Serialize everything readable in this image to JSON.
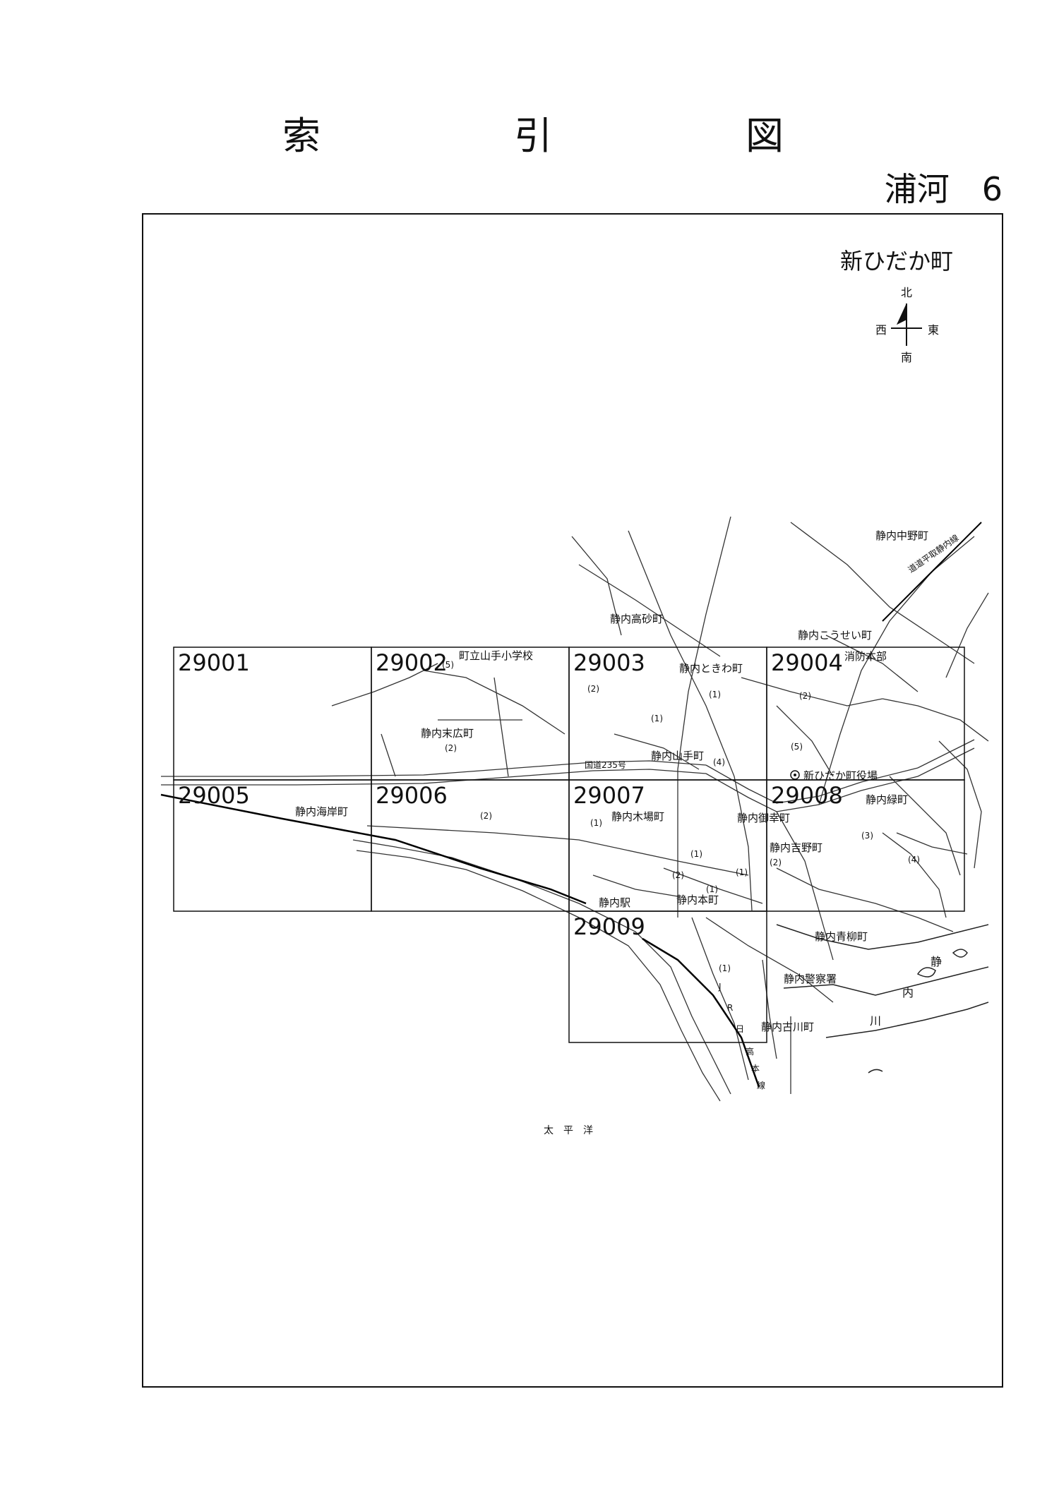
{
  "header": {
    "title": "索　引　図",
    "area_label": "浦河　6"
  },
  "map": {
    "town_name": "新ひだか町",
    "compass": {
      "north": "北",
      "south": "南",
      "east": "東",
      "west": "西"
    },
    "sheets": [
      "29001",
      "29002",
      "29003",
      "29004",
      "29005",
      "29006",
      "29007",
      "29008",
      "29009"
    ],
    "labels": {
      "nakano": "静内中野町",
      "dodo": "道道平取静内線",
      "takasago": "静内高砂町",
      "kousei": "静内こうせい町",
      "yamate_school": "町立山手小学校",
      "tokiwa": "静内ときわ町",
      "shoubou": "消防本部",
      "suehiro": "静内末広町",
      "kokudou": "国道235号",
      "yamate": "静内山手町",
      "yakuba": "新ひだか町役場",
      "kaigan": "静内海岸町",
      "kiba": "静内木場町",
      "miyuki": "静内御幸町",
      "midori": "静内緑町",
      "yoshino": "静内吉野町",
      "eki": "静内駅",
      "honcho": "静内本町",
      "aoyagi": "静内青柳町",
      "keisatsu": "静内警察署",
      "furukawa": "静内古川町",
      "jr_line": [
        "J",
        "R",
        "日",
        "高",
        "本",
        "線"
      ],
      "river": [
        "静",
        "内",
        "川"
      ],
      "ocean": "太　平　洋"
    },
    "sub_numbers": {
      "n5a": "(5)",
      "n2a": "(2)",
      "n2b": "(2)",
      "n1a": "(1)",
      "n1b": "(1)",
      "n2c": "(2)",
      "n5b": "(5)",
      "n4a": "(4)",
      "n2d": "(2)",
      "n1c": "(1)",
      "n1d": "(1)",
      "n3a": "(3)",
      "n4b": "(4)",
      "n2e": "(2)",
      "n1e": "(1)",
      "n2f": "(2)",
      "n1f": "(1)",
      "n1g": "(1)"
    }
  }
}
